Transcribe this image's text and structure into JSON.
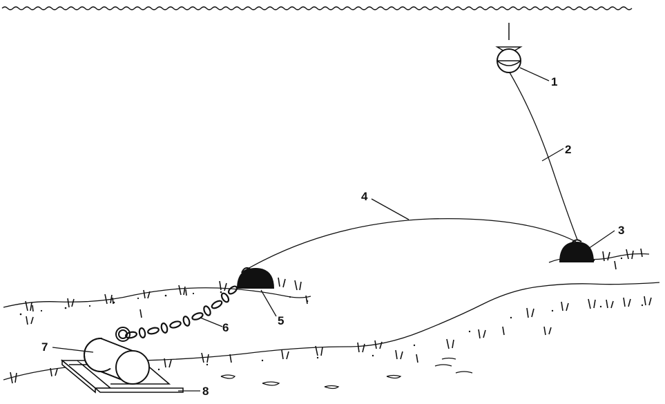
{
  "colors": {
    "ink": "#111111",
    "paper": "#ffffff"
  },
  "labels": {
    "buoy": "1",
    "riser": "2",
    "anchor_right": "3",
    "ground_line": "4",
    "anchor_left": "5",
    "chain": "6",
    "cylinder": "7",
    "frame": "8"
  }
}
